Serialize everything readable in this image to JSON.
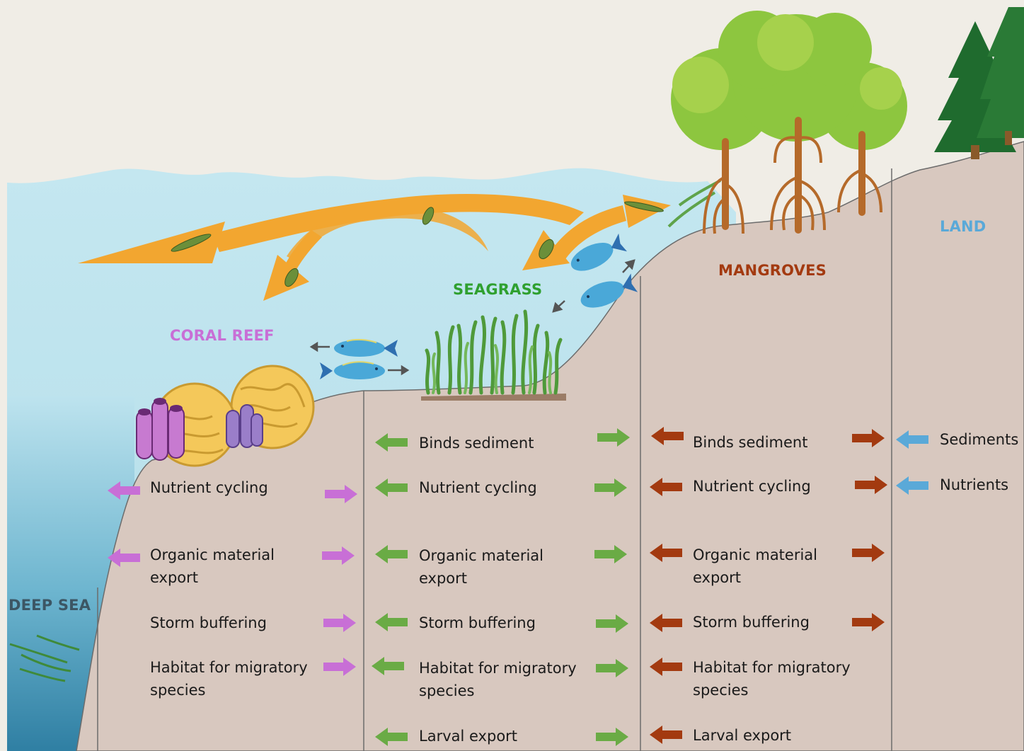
{
  "zones": {
    "deep_sea": "DEEP SEA",
    "coral_reef": "CORAL REEF",
    "seagrass": "SEAGRASS",
    "mangroves": "MANGROVES",
    "land": "LAND"
  },
  "colors": {
    "coral": "#c86fd6",
    "seagrass": "#6aab45",
    "mangrove": "#a33a10",
    "land": "#5aa9d8",
    "flow": "#f2a630",
    "water": "#bde3ee",
    "ground": "#d8c8bf"
  },
  "coral_reef_services": {
    "nutrient_cycling": "Nutrient cycling",
    "organic_line1": "Organic material",
    "organic_line2": "export",
    "storm_buffering": "Storm buffering",
    "habitat_line1": "Habitat for migratory",
    "habitat_line2": "species"
  },
  "seagrass_services": {
    "binds_sediment": "Binds sediment",
    "nutrient_cycling": "Nutrient cycling",
    "organic_line1": "Organic material",
    "organic_line2": "export",
    "storm_buffering": "Storm buffering",
    "habitat_line1": "Habitat for migratory",
    "habitat_line2": "species",
    "larval_export": "Larval export"
  },
  "mangrove_services": {
    "binds_sediment": "Binds sediment",
    "nutrient_cycling": "Nutrient cycling",
    "organic_line1": "Organic material",
    "organic_line2": "export",
    "storm_buffering": "Storm buffering",
    "habitat_line1": "Habitat for migratory",
    "habitat_line2": "species",
    "larval_export": "Larval export"
  },
  "land_inputs": {
    "sediments": "Sediments",
    "nutrients": "Nutrients"
  }
}
